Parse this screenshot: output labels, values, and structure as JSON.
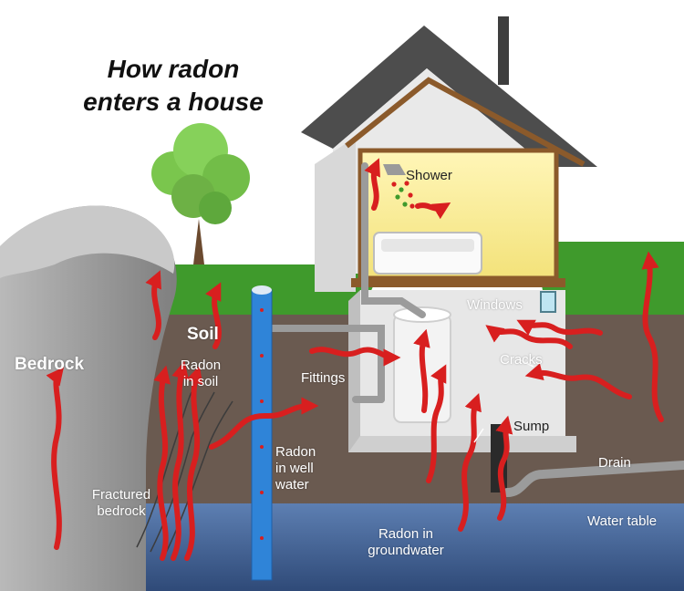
{
  "title": {
    "line1": "How radon",
    "line2": "enters a house"
  },
  "labels": {
    "bedrock": "Bedrock",
    "soil": "Soil",
    "radon_in_soil": [
      "Radon",
      "in soil"
    ],
    "fractured_bedrock": [
      "Fractured",
      "bedrock"
    ],
    "radon_in_well_water": [
      "Radon",
      "in well",
      "water"
    ],
    "radon_in_groundwater": [
      "Radon in",
      "groundwater"
    ],
    "fittings": "Fittings",
    "shower": "Shower",
    "windows": "Windows",
    "cracks": "Cracks",
    "sump": "Sump",
    "drain": "Drain",
    "water_table": "Water table"
  },
  "colors": {
    "sky": "#ffffff",
    "grass": "#3f9a2c",
    "soil": "#6a5a50",
    "bedrock": "#8f8f8f",
    "groundwater": "#3e5a86",
    "radon_arrow": "#d81f1f",
    "well_pipe": "#2f84d8",
    "roof": "#4d4d4d",
    "room_light": "#fff3a6"
  }
}
